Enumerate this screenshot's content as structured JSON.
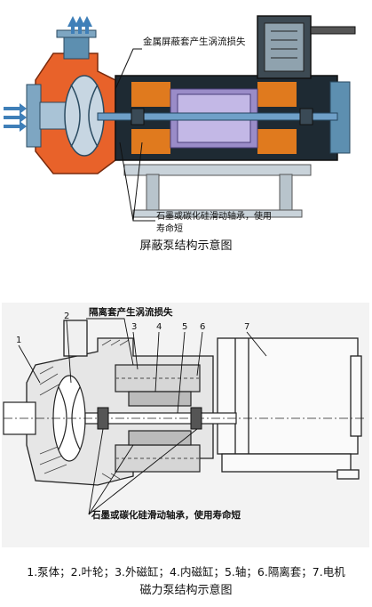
{
  "figure1": {
    "annotation_top": "金属屏蔽套产生涡流损失",
    "annotation_bottom_line1": "石墨或碳化硅滑动轴承，使用",
    "annotation_bottom_line2": "寿命短",
    "caption": "屏蔽泵结构示意图"
  },
  "figure2": {
    "annotation_top": "隔离套产生涡流损失",
    "annotation_bottom": "石墨或碳化硅滑动轴承，使用寿命短",
    "part_numbers": [
      "1",
      "2",
      "3",
      "4",
      "5",
      "6",
      "7"
    ],
    "legend": "1.泵体；2.叶轮；3.外磁缸；4.内磁缸；5.轴；6.隔离套；7.电机",
    "caption": "磁力泵结构示意图"
  },
  "colors": {
    "pump_orange": "#e8622a",
    "steel_blue": "#5d8fb0",
    "light_steel": "#a9c3d6",
    "dark": "#1a1a1a",
    "purple": "#9a8cc8",
    "flow_arrow": "#3f7fb8"
  }
}
